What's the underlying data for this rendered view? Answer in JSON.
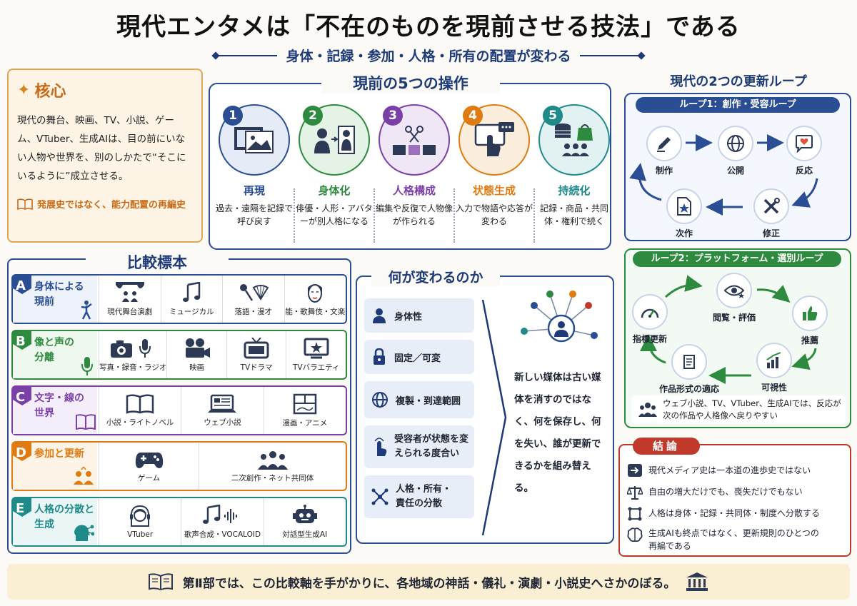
{
  "header": {
    "title": "現代エンタメは「不在のものを現前させる技法」である",
    "subtitle": "身体・記録・参加・人格・所有の配置が変わる"
  },
  "core": {
    "heading": "核心",
    "body": "現代の舞台、映画、TV、小説、ゲーム、VTuber、生成AIは、目の前にいない人物や世界を、別のしかたで“そこにいるように”成立させる。",
    "note": "発展史ではなく、能力配置の再編史"
  },
  "operations": {
    "title": "現前の5つの操作",
    "items": [
      {
        "num": "1",
        "name": "再現",
        "desc": "過去・遠隔を記録で呼び戻す",
        "color": "#2a4d94",
        "bg": "#e6ecf7",
        "icon": "film-image-icon"
      },
      {
        "num": "2",
        "name": "身体化",
        "desc": "俳優・人形・アバターが別人格になる",
        "color": "#2e8a3e",
        "bg": "#e4f3e6",
        "icon": "person-to-avatar-icon"
      },
      {
        "num": "3",
        "name": "人格構成",
        "desc": "編集や反復で人物像が作られる",
        "color": "#7b3fa8",
        "bg": "#efe6f6",
        "icon": "scissors-film-icon"
      },
      {
        "num": "4",
        "name": "状態生成",
        "desc": "入力で物語や応答が変わる",
        "color": "#e07b12",
        "bg": "#fbeedc",
        "icon": "touch-screen-icon"
      },
      {
        "num": "5",
        "name": "持続化",
        "desc": "記録・商品・共同体・権利で続く",
        "color": "#1f8a8a",
        "bg": "#e2f2f2",
        "icon": "database-community-icon"
      }
    ]
  },
  "loops": {
    "title": "現代の2つの更新ループ",
    "loop1": {
      "label": "ループ1：創作・受容ループ",
      "nodes": [
        "制作",
        "公開",
        "反応",
        "修正",
        "次作"
      ]
    },
    "loop2": {
      "label": "ループ2：プラットフォーム・選別ループ",
      "nodes": [
        "閲覧・評価",
        "推薦",
        "可視性",
        "作品形式の適応",
        "指標更新"
      ]
    },
    "note": "ウェブ小説、TV、VTuber、生成AIでは、反応が次の作品や人格像へ戻りやすい"
  },
  "comparison": {
    "title": "比較標本",
    "rows": [
      {
        "letter": "A",
        "label": "身体による現前",
        "color": "#2a4d94",
        "bg": "#eef2fa",
        "items": [
          "現代舞台演劇",
          "ミュージカル",
          "落語・漫才",
          "能・歌舞伎・文楽"
        ],
        "icons": [
          "theater-icon",
          "music-note-icon",
          "microphone-fan-icon",
          "noh-mask-icon"
        ]
      },
      {
        "letter": "B",
        "label": "像と声の分離",
        "color": "#2e8a3e",
        "bg": "#eef8ef",
        "items": [
          "写真・録音・ラジオ",
          "映画",
          "TVドラマ",
          "TVバラエティ"
        ],
        "icons": [
          "camera-mic-icon",
          "film-camera-icon",
          "tv-icon",
          "tv-star-icon"
        ]
      },
      {
        "letter": "C",
        "label": "文字・線の世界",
        "color": "#7b3fa8",
        "bg": "#f4eefa",
        "items": [
          "小説・ライトノベル",
          "ウェブ小説",
          "漫画・アニメ"
        ],
        "icons": [
          "book-icon",
          "laptop-icon",
          "comic-icon"
        ]
      },
      {
        "letter": "D",
        "label": "参加と更新",
        "color": "#e07b12",
        "bg": "#fdf3e6",
        "items": [
          "ゲーム",
          "二次創作・ネット共同体"
        ],
        "icons": [
          "gamepad-icon",
          "community-icon"
        ]
      },
      {
        "letter": "E",
        "label": "人格の分散と生成",
        "color": "#1f8a8a",
        "bg": "#eaf6f6",
        "items": [
          "VTuber",
          "歌声合成・VOCALOID",
          "対話型生成AI"
        ],
        "icons": [
          "vtuber-icon",
          "waveform-icon",
          "robot-icon"
        ]
      }
    ]
  },
  "changes": {
    "title": "何が変わるのか",
    "items": [
      "身体性",
      "固定／可変",
      "複製・到達範囲",
      "受容者が状態を変えられる度合い",
      "人格・所有・責任の分散"
    ],
    "text": "新しい媒体は古い媒体を消すのではなく、何を保存し、何を失い、誰が更新できるかを組み替える。"
  },
  "conclusion": {
    "label": "結論",
    "items": [
      "現代メディア史は一本道の進歩史ではない",
      "自由の増大だけでも、喪失だけでもない",
      "人格は身体・記録・共同体・制度へ分散する",
      "生成AIも終点ではなく、更新規則のひとつの再編である"
    ]
  },
  "footer": {
    "text": "第Ⅱ部では、この比較軸を手がかりに、各地域の神話・儀礼・演劇・小説史へさかのぼる。"
  }
}
